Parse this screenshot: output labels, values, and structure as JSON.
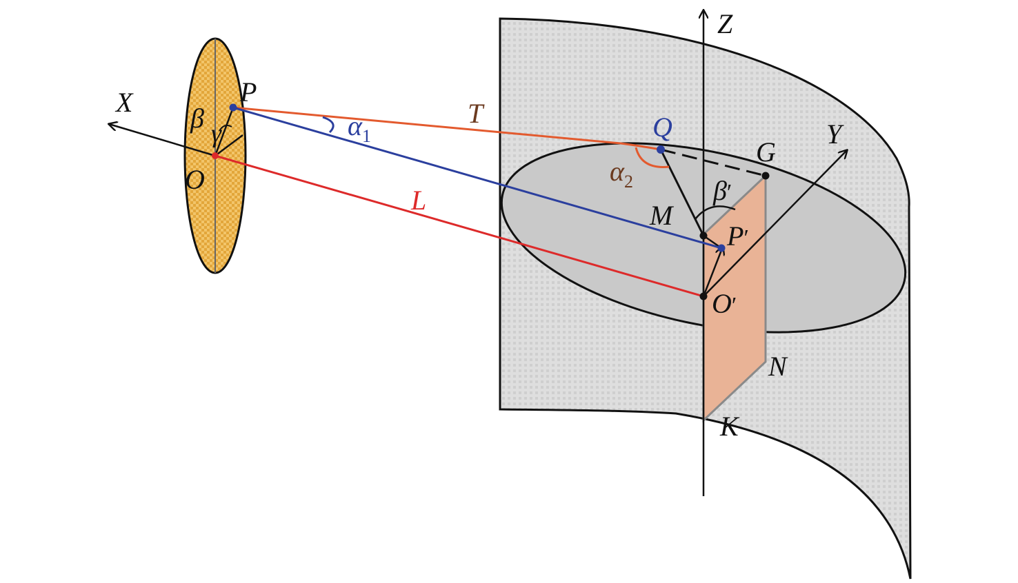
{
  "colors": {
    "background": "#ffffff",
    "screen_fill": "#dedede",
    "screen_dot": "#cbcbcb",
    "ellipse_fill": "#c9c9c9",
    "lens_fill": "#f2c56a",
    "lens_check": "#e3a63a",
    "plane_fill": "#e9b396",
    "plane_stroke": "#8a8a8a",
    "orange": "#e35a2e",
    "blue": "#2b3f9e",
    "red": "#dd2a2a",
    "brown": "#6b3a1f",
    "black": "#111111"
  },
  "labels": {
    "X": "X",
    "Y": "Y",
    "Z": "Z",
    "O": "O",
    "P": "P",
    "Q": "Q",
    "M": "M",
    "G": "G",
    "N": "N",
    "K": "K",
    "T": "T",
    "L": "L",
    "beta": "β",
    "gamma": "γ",
    "alpha": "α",
    "alpha1_sub": "1",
    "alpha2_sub": "2",
    "prime": "′",
    "O_prime_base": "O",
    "P_prime_base": "P",
    "beta_prime_base": "β"
  }
}
